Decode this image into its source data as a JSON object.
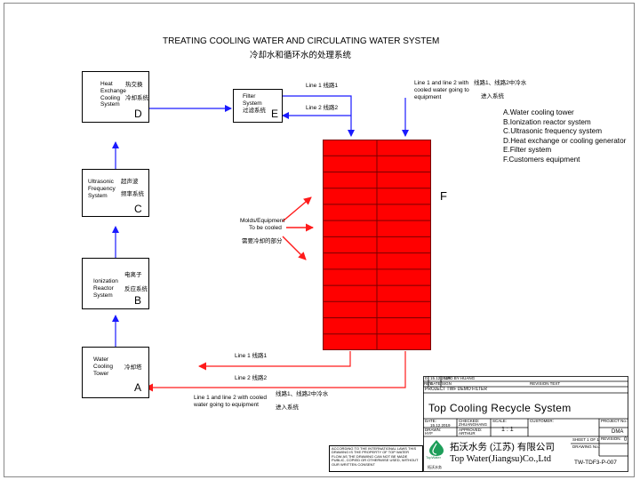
{
  "title_en": "TREATING COOLING WATER AND CIRCULATING WATER SYSTEM",
  "title_cn": "冷却水和循环水的处理系统",
  "blocks": {
    "D": {
      "lines": [
        "Heat",
        "Exchange",
        "Cooling",
        "System"
      ],
      "cn": [
        "热交换",
        "冷却系统"
      ],
      "letter": "D"
    },
    "C": {
      "lines": [
        "Ultrasonic",
        "Frequency",
        "System"
      ],
      "cn": [
        "超声波",
        "频率系统"
      ],
      "letter": "C"
    },
    "B": {
      "lines": [
        "Ionization",
        "Reactor",
        "System"
      ],
      "cn": [
        "电离子",
        "反应系统"
      ],
      "letter": "B"
    },
    "A": {
      "lines": [
        "Water",
        "Cooling",
        "Tower"
      ],
      "cn": [
        "冷却塔"
      ],
      "letter": "A"
    },
    "E": {
      "lines": [
        "Filter",
        "System"
      ],
      "cn": [
        "过滤系统"
      ],
      "letter": "E"
    }
  },
  "equipment_letter": "F",
  "flows": {
    "top_line1": "Line 1  线路1",
    "top_line2": "Line 2  线路2",
    "top_note": [
      "Line 1 and line 2 with",
      "cooled water going to",
      "equipment"
    ],
    "top_note_cn": [
      "线路1、线路2中冷水",
      "进入系统"
    ],
    "bottom_line1": "Line 1  线路1",
    "bottom_line2": "Line 2  线路2",
    "bottom_note": [
      "Line 1 and line 2 with cooled",
      "water going to equipment"
    ],
    "bottom_note_cn": [
      "线路1、线路2中冷水",
      "进入系统"
    ]
  },
  "molds": {
    "lines": [
      "Molds/Equipment",
      "To be cooled"
    ],
    "cn": "需要冷却的部分"
  },
  "legend": [
    "A.Water cooling tower",
    "B.Ionization reactor system",
    "C.Ultrasonic frequency system",
    "D.Heat exchange or cooling generator",
    "E.Filter system",
    "F.Customers equipment"
  ],
  "title_block": {
    "rev_row1": [
      "0",
      "15.12.2019",
      "UPD BY HUANG"
    ],
    "rev_row2": [
      "REV.",
      "DATE/SIGN",
      "REVISION TEXT"
    ],
    "project": "PROJECT   TWF  DEMO  FILTER",
    "drawing_title": "Top  Cooling  Recycle  System",
    "date_label": "DATE:",
    "date_value": "15.12.2019",
    "checked_label": "CHECKED:",
    "checked_value": "ZHUANGHANG",
    "drawn_label": "DRAWN:",
    "drawn_value": "HYF",
    "approved_label": "APPROVED:",
    "approved_value": "ARTHUR",
    "scale_label": "SCALE:",
    "scale_value": "1 : 1",
    "customer_label": "CUSTOMER:",
    "project_no_label": "PROJECT No.:",
    "project_no_value": "DMA",
    "sheet_label": "SHEET  1  OF  1",
    "revision_label": "REVISION:",
    "revision_value": "0",
    "drawing_no_label": "DRAWING No.:",
    "drawing_no_value": "TW-TDF3-P-007",
    "company_cn": "拓沃水务 (江苏) 有限公司",
    "company_en": "Top Water(Jiangsu)Co.,Ltd",
    "logo_text": "TopWater",
    "logo_cn": "拓沃水务",
    "notice": [
      "ACCORDING TO THE INTERNATIONAL LAWS THIS",
      "DRAWING IS THE PROPERTY OF TOP WATER",
      "FLOW AS THE DRAWING CAN NOT BE MADE",
      "PUBLIC, COPIED OR OTHERWISE USED, WITHOUT",
      "OUR WRITTEN CONSENT"
    ]
  },
  "colors": {
    "flow": "#1a1aff",
    "hot": "#ff1a1a",
    "equipment_fill": "#ff0000",
    "line": "#000000"
  }
}
